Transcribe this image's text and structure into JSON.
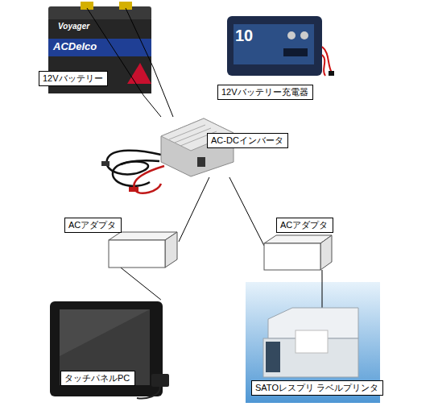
{
  "diagram": {
    "nodes": [
      {
        "text": [
          "12Vバッテリー"
        ]
      },
      {
        "text": [
          "12Vバッテリー充電器"
        ]
      },
      {
        "text": [
          "AC-DCインバータ"
        ]
      },
      {
        "text": [
          "ACアダプタ"
        ]
      },
      {
        "text": [
          "ACアダプタ"
        ]
      },
      {
        "text": [
          "タッチパネルPC"
        ]
      },
      {
        "text": [
          "SATOレスプリ ラベルプリンタ"
        ]
      }
    ],
    "edges": [
      {
        "from": 0,
        "to": 2,
        "arrow": "none"
      },
      {
        "from": 0,
        "to": 2,
        "arrow": "none"
      },
      {
        "from": 2,
        "to": 3,
        "arrow": "none"
      },
      {
        "from": 2,
        "to": 4,
        "arrow": "none"
      },
      {
        "from": 3,
        "to": 5,
        "arrow": "none"
      },
      {
        "from": 4,
        "to": 6,
        "arrow": "none"
      }
    ],
    "labels": [
      "Voyager",
      "ACDelco",
      "10"
    ]
  }
}
